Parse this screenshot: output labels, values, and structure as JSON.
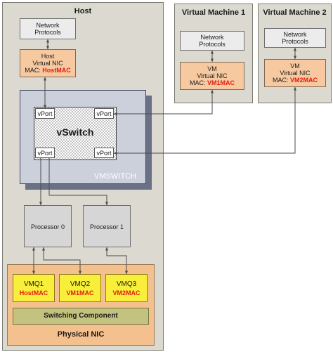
{
  "host": {
    "title": "Host"
  },
  "vm1": {
    "title": "Virtual Machine 1",
    "protocols": "Network\nProtocols",
    "nic_line1": "VM",
    "nic_line2": "Virtual NIC",
    "mac_prefix": "MAC: ",
    "mac_value": "VM1MAC"
  },
  "vm2": {
    "title": "Virtual Machine 2",
    "protocols": "Network\nProtocols",
    "nic_line1": "VM",
    "nic_line2": "Virtual NIC",
    "mac_prefix": "MAC: ",
    "mac_value": "VM2MAC"
  },
  "host_stack": {
    "protocols": "Network\nProtocols",
    "nic_line1": "Host",
    "nic_line2": "Virtual NIC",
    "mac_prefix": "MAC: ",
    "mac_value": "HostMAC"
  },
  "vswitch": {
    "label": "vSwitch",
    "vmswitch_label": "VMSWITCH",
    "vports": [
      "vPort",
      "vPort",
      "vPort",
      "vPort"
    ]
  },
  "processors": [
    "Processor 0",
    "Processor 1"
  ],
  "physical_nic": {
    "label": "Physical NIC",
    "switching_component": "Switching Component",
    "vmqs": [
      {
        "name": "VMQ1",
        "mac": "HostMAC"
      },
      {
        "name": "VMQ2",
        "mac": "VM1MAC"
      },
      {
        "name": "VMQ3",
        "mac": "VM2MAC"
      }
    ]
  },
  "colors": {
    "container": "#dcdad0",
    "vnic": "#f6c9a1",
    "vmswitch": "#cbd0db",
    "vmswitch_shadow": "#6a7186",
    "vmq": "#f8ef3a",
    "physical_nic": "#f4c08e",
    "switching_component": "#c3c37f",
    "mac_text": "#e31b0c"
  }
}
